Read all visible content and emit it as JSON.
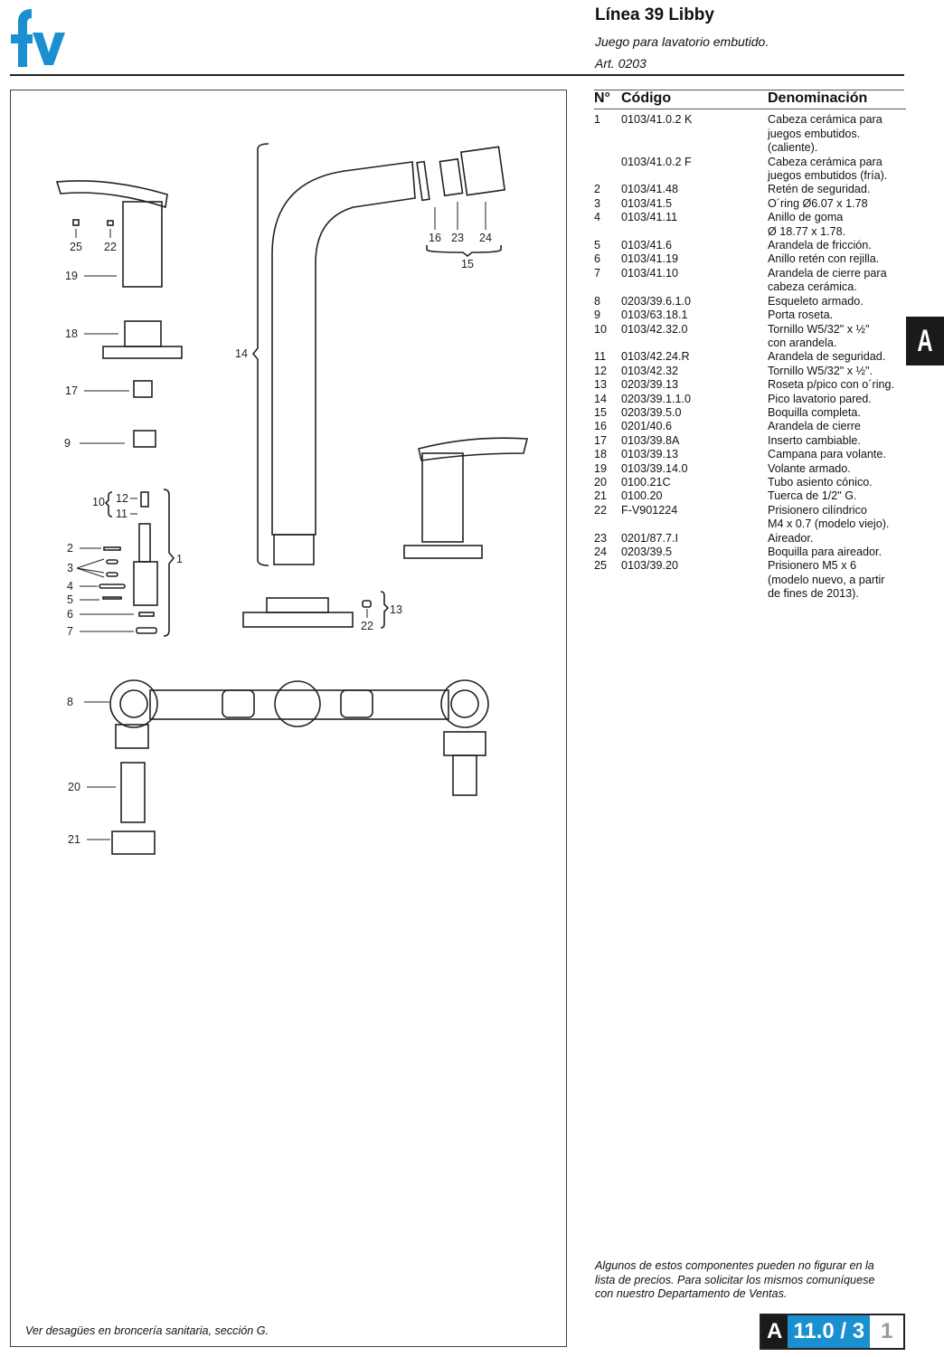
{
  "header": {
    "logo_text": "fv",
    "title": "Línea 39 Libby",
    "subtitle": "Juego para lavatorio embutido.",
    "article": "Art. 0203"
  },
  "colors": {
    "brand": "#1a90d0",
    "dark": "#1a1a1a"
  },
  "table": {
    "headers": [
      "N°",
      "Código",
      "Denominación"
    ],
    "rows": [
      {
        "n": "1",
        "code": "0103/41.0.2 K",
        "desc": "Cabeza cerámica para\njuegos embutidos.\n(caliente)."
      },
      {
        "n": "",
        "code": "0103/41.0.2 F",
        "desc": "Cabeza cerámica para\njuegos embutidos (fría)."
      },
      {
        "n": "2",
        "code": "0103/41.48",
        "desc": "Retén de seguridad."
      },
      {
        "n": "3",
        "code": "0103/41.5",
        "desc": "O´ring Ø6.07 x 1.78"
      },
      {
        "n": "4",
        "code": "0103/41.11",
        "desc": "Anillo de goma\nØ 18.77 x 1.78."
      },
      {
        "n": "5",
        "code": "0103/41.6",
        "desc": "Arandela de fricción."
      },
      {
        "n": "6",
        "code": "0103/41.19",
        "desc": "Anillo retén con rejilla."
      },
      {
        "n": "7",
        "code": "0103/41.10",
        "desc": "Arandela de cierre para\ncabeza cerámica."
      },
      {
        "n": "8",
        "code": "0203/39.6.1.0",
        "desc": "Esqueleto armado."
      },
      {
        "n": "9",
        "code": "0103/63.18.1",
        "desc": "Porta roseta."
      },
      {
        "n": "10",
        "code": "0103/42.32.0",
        "desc": "Tornillo W5/32\" x ½\"\ncon arandela."
      },
      {
        "n": "11",
        "code": "0103/42.24.R",
        "desc": "Arandela de seguridad."
      },
      {
        "n": "12",
        "code": "0103/42.32",
        "desc": "Tornillo W5/32\" x ½\"."
      },
      {
        "n": "13",
        "code": "0203/39.13",
        "desc": "Roseta p/pico con o´ring."
      },
      {
        "n": "14",
        "code": "0203/39.1.1.0",
        "desc": "Pico lavatorio pared."
      },
      {
        "n": "15",
        "code": "0203/39.5.0",
        "desc": "Boquilla completa."
      },
      {
        "n": "16",
        "code": "0201/40.6",
        "desc": "Arandela de cierre"
      },
      {
        "n": "17",
        "code": "0103/39.8A",
        "desc": "Inserto cambiable."
      },
      {
        "n": "18",
        "code": "0103/39.13",
        "desc": "Campana para volante."
      },
      {
        "n": "19",
        "code": "0103/39.14.0",
        "desc": "Volante armado."
      },
      {
        "n": "20",
        "code": "0100.21C",
        "desc": "Tubo asiento cónico."
      },
      {
        "n": "21",
        "code": "0100.20",
        "desc": "Tuerca de 1/2\" G."
      },
      {
        "n": "22",
        "code": "F-V901224",
        "desc": "Prisionero cilíndrico\nM4 x 0.7 (modelo viejo)."
      },
      {
        "n": "23",
        "code": "0201/87.7.I",
        "desc": "Aireador."
      },
      {
        "n": "24",
        "code": "0203/39.5",
        "desc": "Boquilla para aireador."
      },
      {
        "n": "25",
        "code": "0103/39.20",
        "desc": "Prisionero M5 x 6\n(modelo nuevo, a partir\nde fines de 2013)."
      }
    ]
  },
  "section_tab": "A",
  "callouts": [
    "25",
    "22",
    "19",
    "18",
    "17",
    "9",
    "10",
    "12",
    "11",
    "2",
    "3",
    "4",
    "5",
    "6",
    "7",
    "1",
    "14",
    "16",
    "23",
    "24",
    "15",
    "13",
    "22",
    "8",
    "20",
    "21"
  ],
  "note": "Algunos de estos componentes pueden no figurar en la\nlista de precios. Para solicitar los mismos comuníquese\ncon nuestro Departamento de Ventas.",
  "footer": {
    "left_note": "Ver desagües en broncería sanitaria, sección G.",
    "page_section": "A",
    "page_code": "11.0 / 3",
    "page_num": "1"
  }
}
